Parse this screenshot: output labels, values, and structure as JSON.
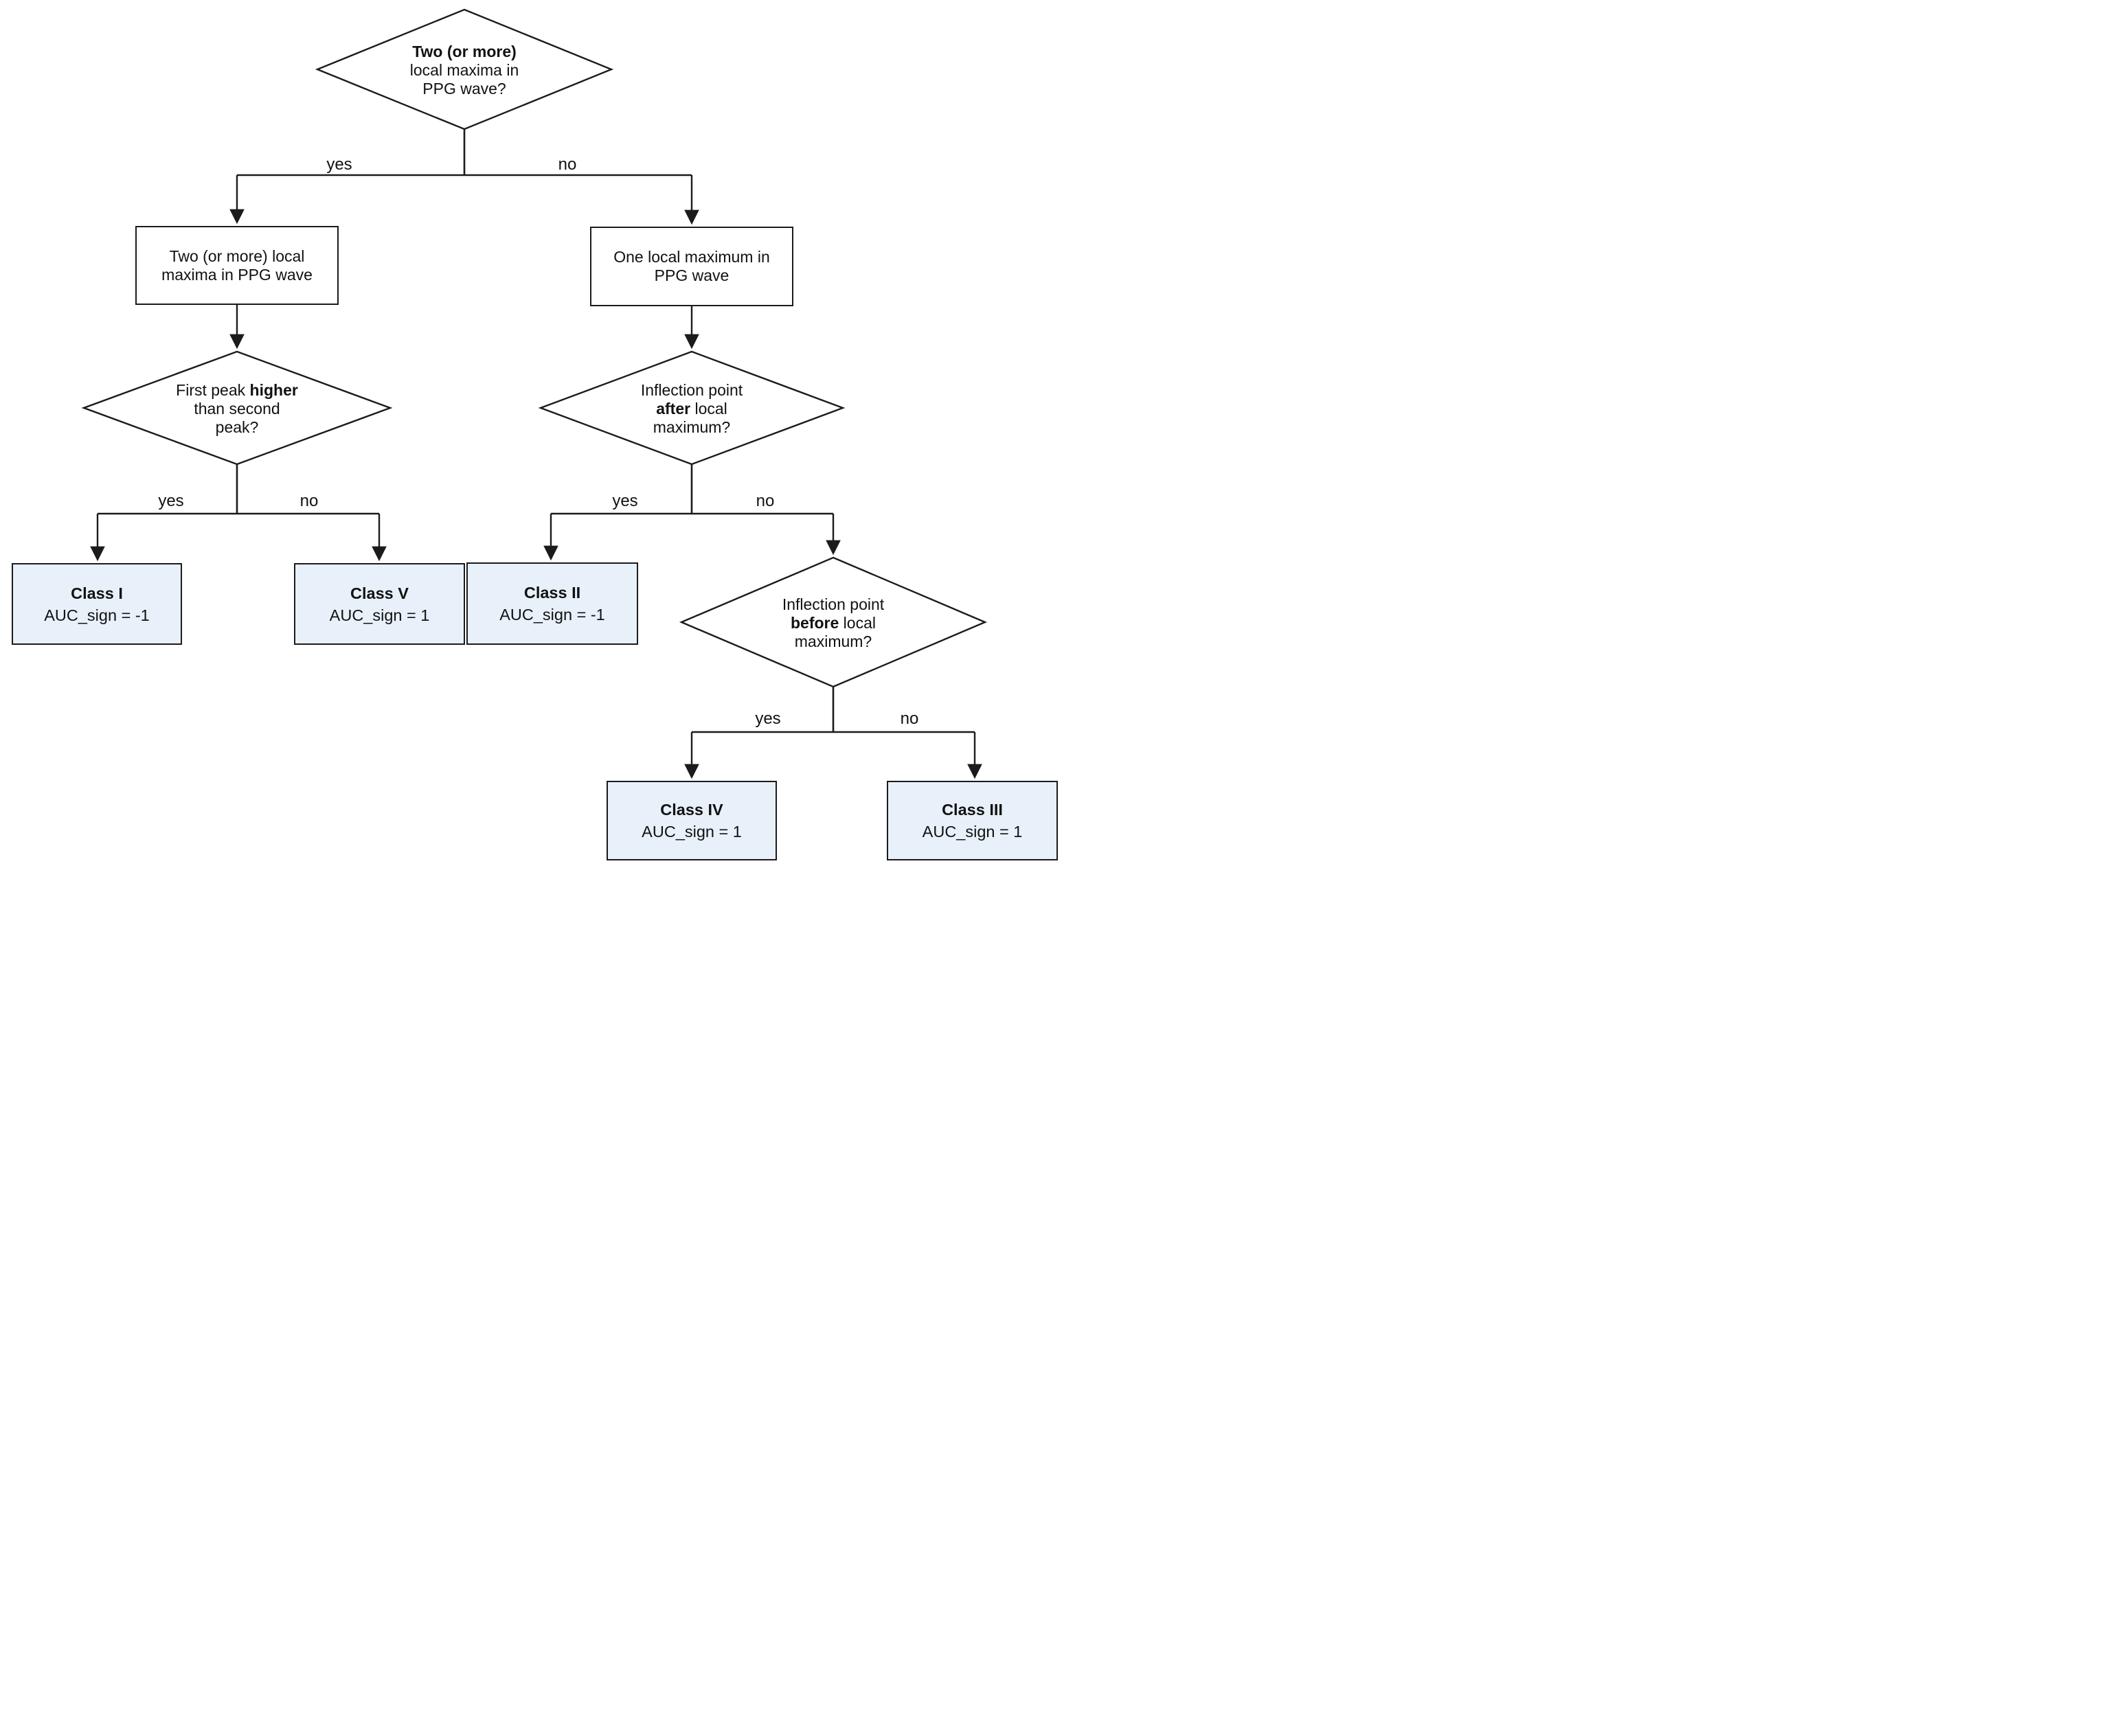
{
  "nodes": {
    "root": {
      "line1_bold": "Two (or more)",
      "line2": "local maxima in",
      "line3": "PPG wave?"
    },
    "two_maxima": {
      "line1": "Two (or more) local",
      "line2": "maxima in PPG wave"
    },
    "one_maximum": {
      "line1": "One local maximum in",
      "line2": "PPG wave"
    },
    "first_peak": {
      "line1_pre": "First peak ",
      "line1_bold": "higher",
      "line2": "than second",
      "line3": "peak?"
    },
    "inflection_after": {
      "line1": "Inflection point",
      "line2_bold": "after",
      "line2_post": " local",
      "line3": "maximum?"
    },
    "inflection_before": {
      "line1": "Inflection point",
      "line2_bold": "before",
      "line2_post": " local",
      "line3": "maximum?"
    },
    "class_i": {
      "name": "Class I",
      "auc": "AUC_sign = -1"
    },
    "class_v": {
      "name": "Class V",
      "auc": "AUC_sign = 1"
    },
    "class_ii": {
      "name": "Class II",
      "auc": "AUC_sign = -1"
    },
    "class_iv": {
      "name": "Class IV",
      "auc": "AUC_sign = 1"
    },
    "class_iii": {
      "name": "Class III",
      "auc": "AUC_sign = 1"
    }
  },
  "edges": {
    "root_yes": "yes",
    "root_no": "no",
    "first_peak_yes": "yes",
    "first_peak_no": "no",
    "after_yes": "yes",
    "after_no": "no",
    "before_yes": "yes",
    "before_no": "no"
  },
  "colors": {
    "background": "#ffffff",
    "shape_stroke": "#1b1b1b",
    "class_box_fill": "#e8f1f9",
    "text": "#111111"
  }
}
